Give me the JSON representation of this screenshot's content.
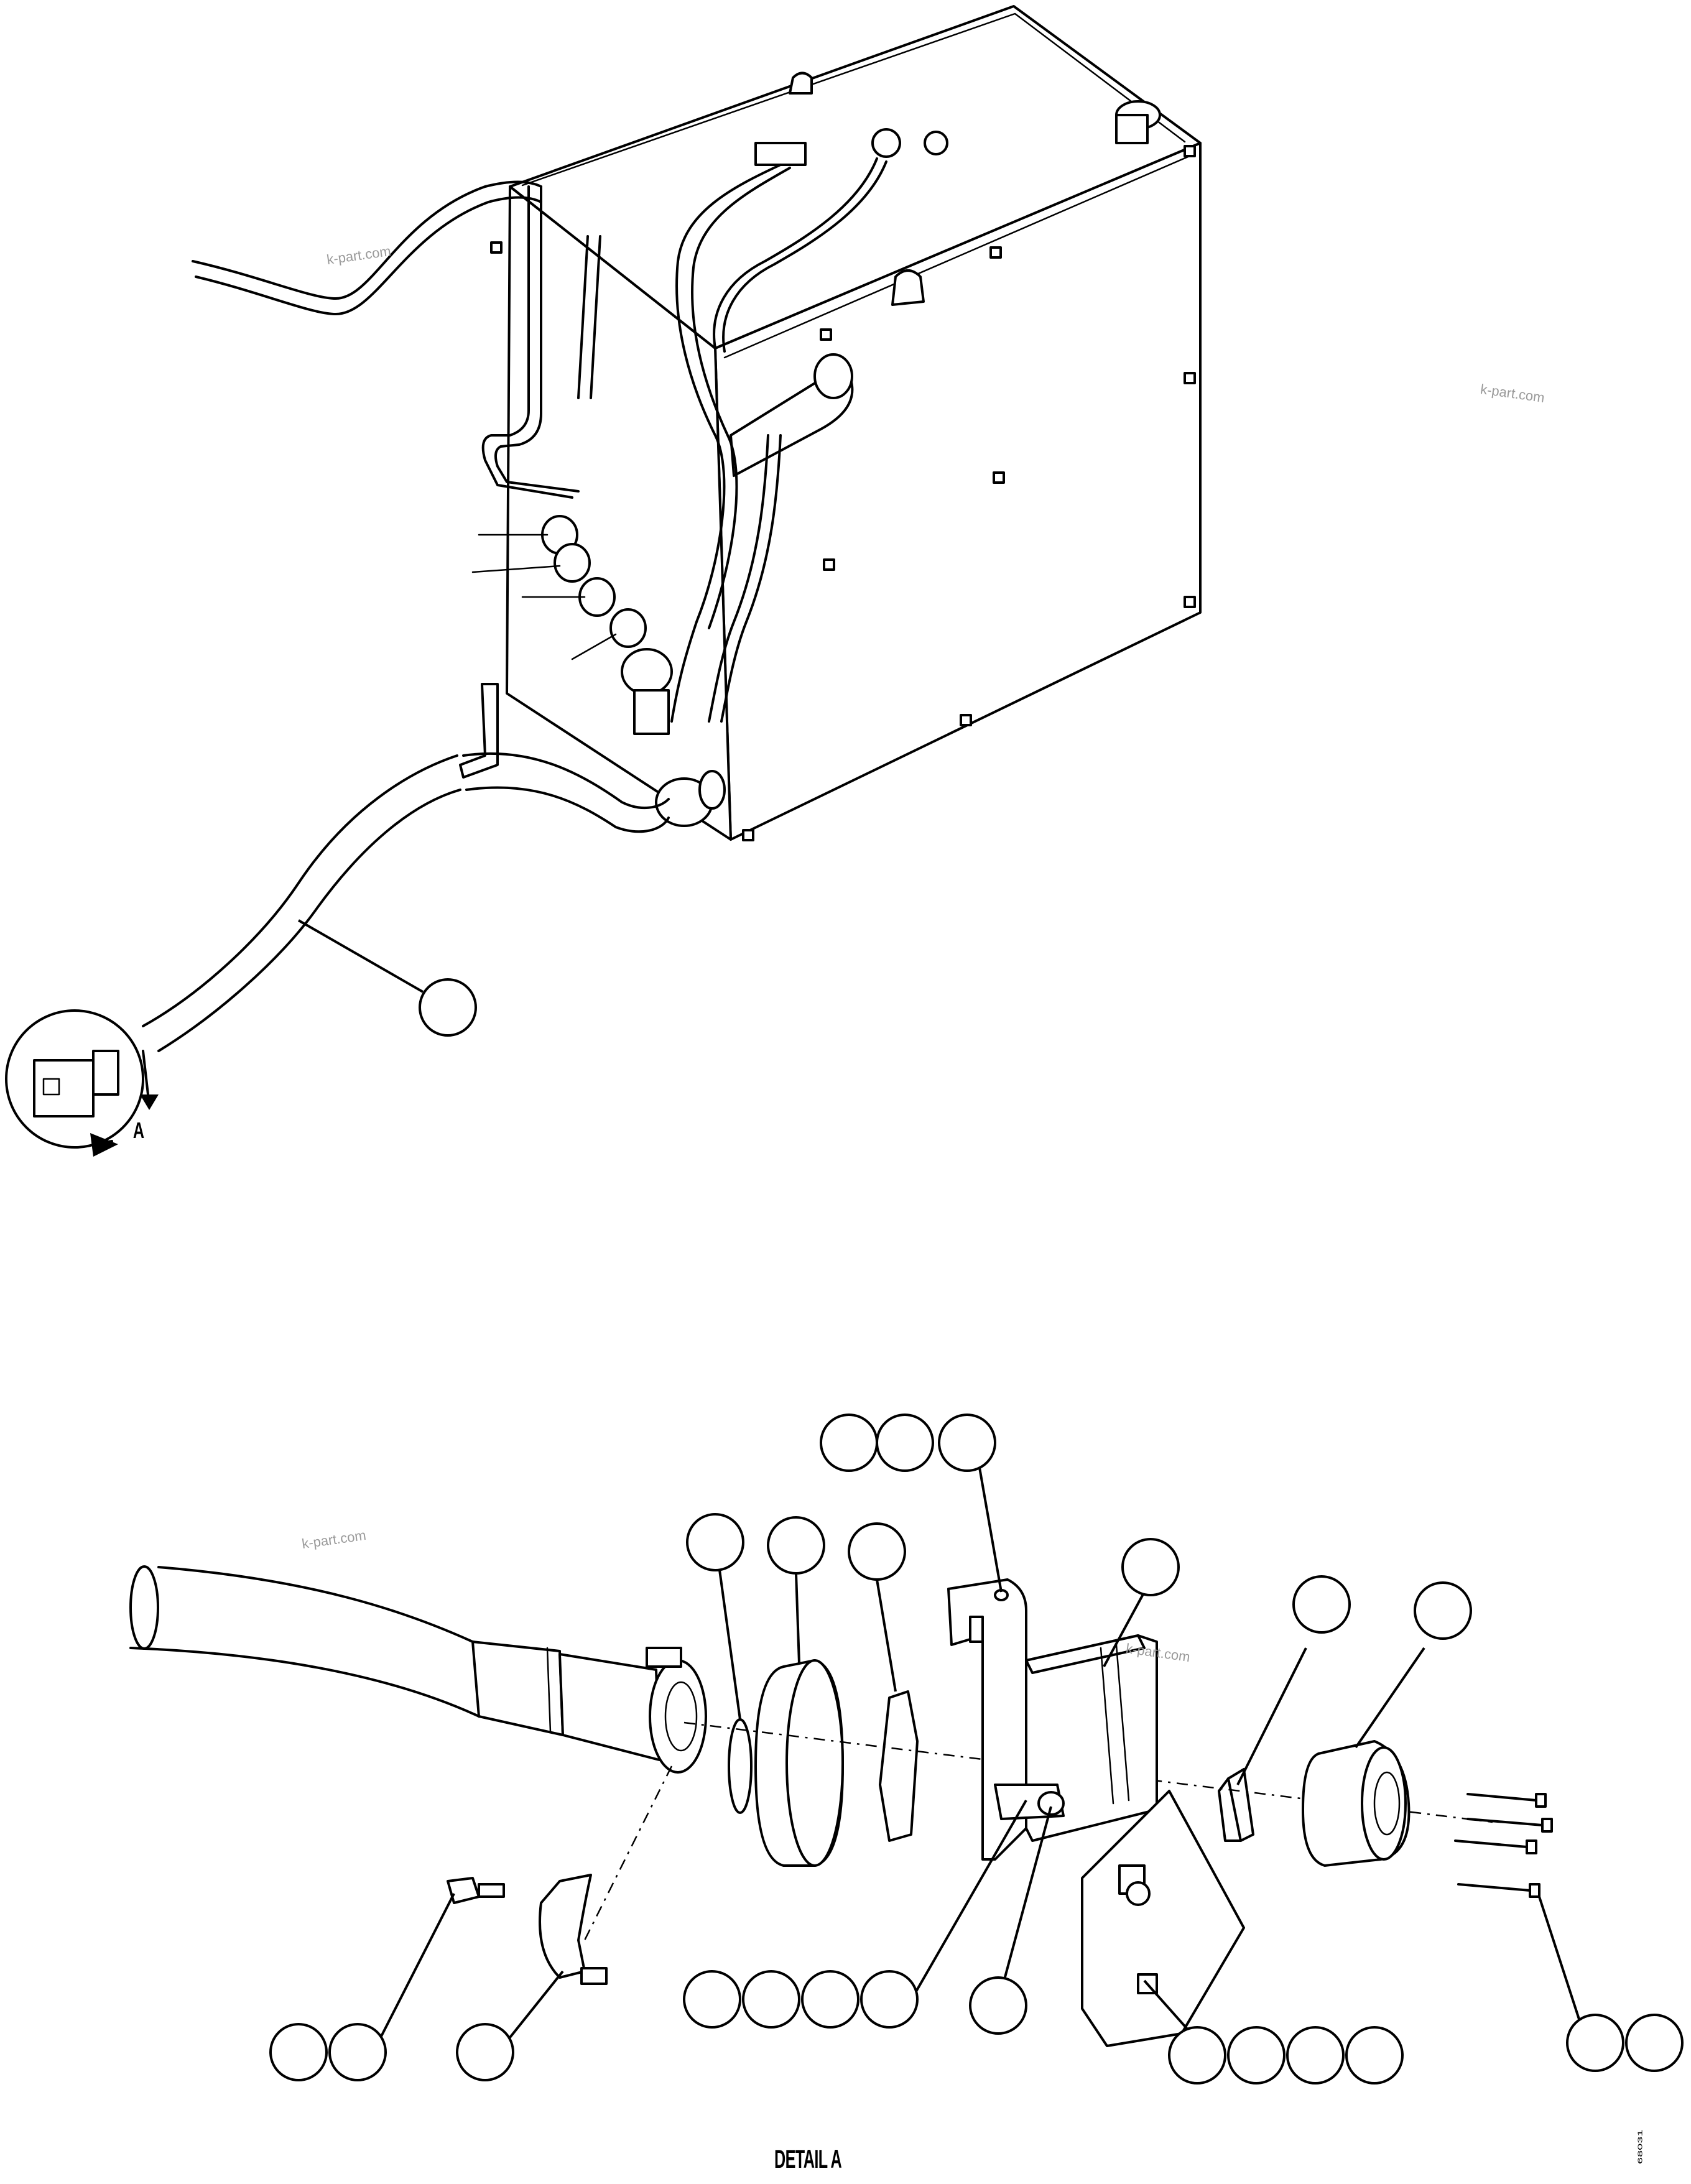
{
  "watermarks": [
    "k-part.com",
    "k-part.com",
    "k-part.com",
    "k-part.com"
  ],
  "view_label": "A",
  "detail_title": "DETAIL A",
  "drawing_code": "68031"
}
